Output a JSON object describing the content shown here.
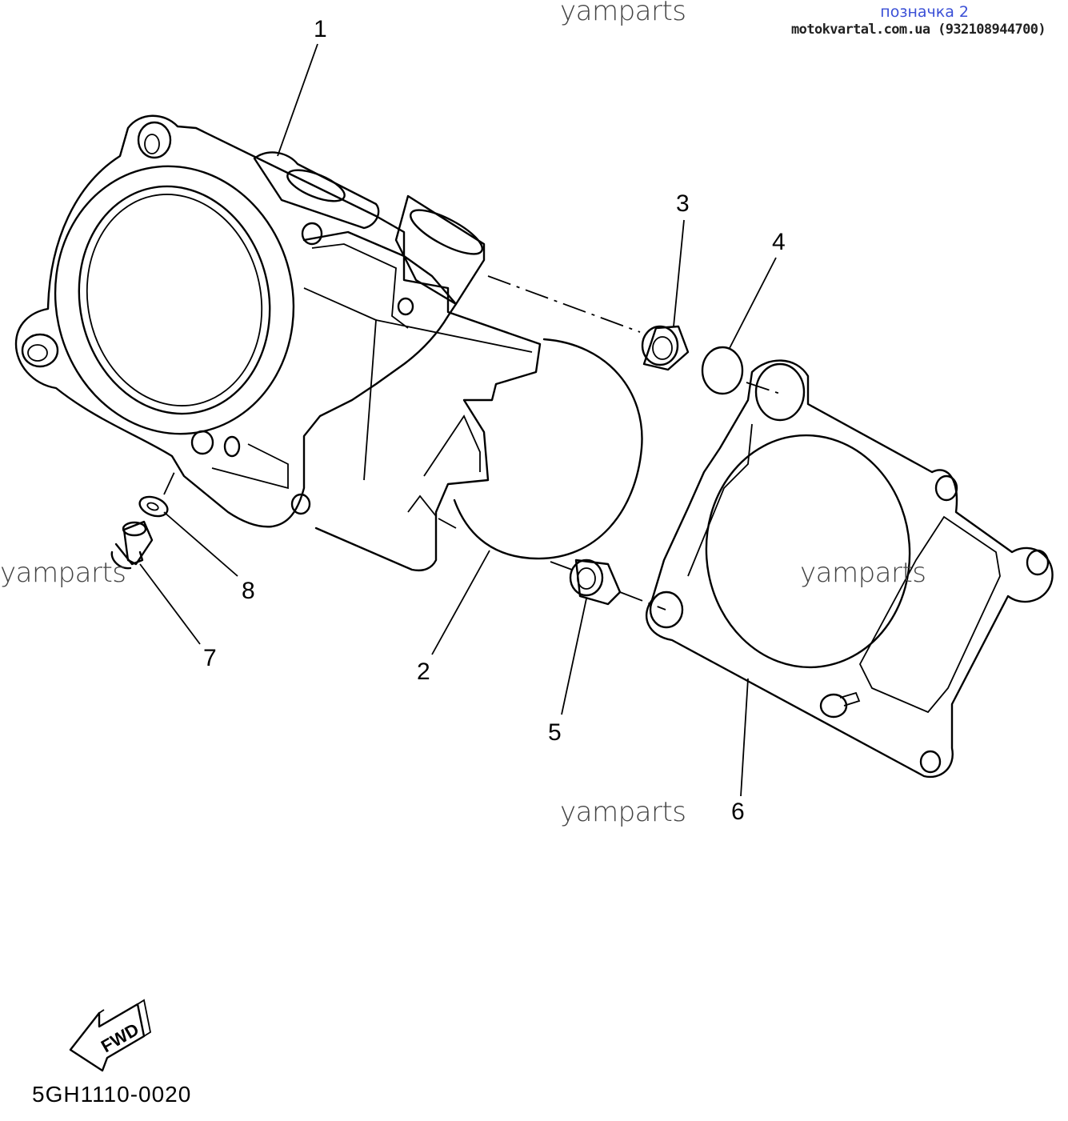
{
  "header": {
    "label": "позначка 2",
    "shop": "motokvartal.com.ua (932108944700)"
  },
  "watermarks": [
    "yamparts",
    "yamparts",
    "yamparts",
    "yamparts"
  ],
  "callouts": [
    {
      "id": "1",
      "label": "1"
    },
    {
      "id": "2",
      "label": "2"
    },
    {
      "id": "3",
      "label": "3"
    },
    {
      "id": "4",
      "label": "4"
    },
    {
      "id": "5",
      "label": "5"
    },
    {
      "id": "6",
      "label": "6"
    },
    {
      "id": "7",
      "label": "7"
    },
    {
      "id": "8",
      "label": "8"
    }
  ],
  "fwd_label": "FWD",
  "diagram_ref": "5GH1110-0020"
}
